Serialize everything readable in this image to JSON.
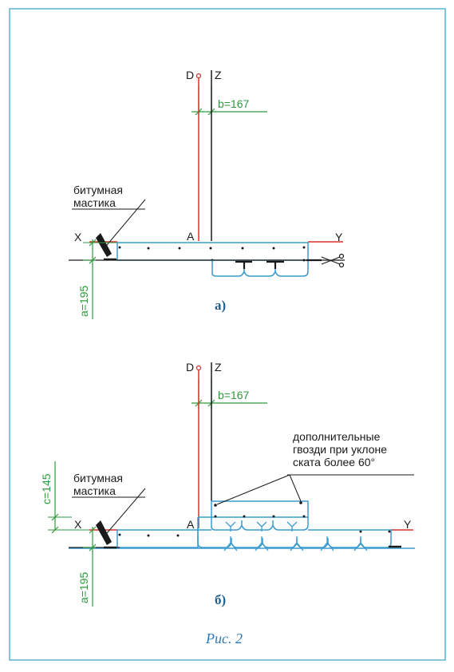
{
  "colors": {
    "frame": "#5ab3d6",
    "sheet": "#3a9bcf",
    "red": "#d9302b",
    "green": "#2e9a3c",
    "black": "#1a1a1a",
    "caption": "#2c78b8"
  },
  "diagram_a": {
    "label_d": "D",
    "label_z": "Z",
    "label_x": "X",
    "label_y": "Y",
    "label_a": "A",
    "dim_b": "b=167",
    "dim_a": "a=195",
    "mastic_line1": "битумная",
    "mastic_line2": "мастика",
    "sublabel": "а)",
    "scissors_icon": "scissors-icon"
  },
  "diagram_b": {
    "label_d": "D",
    "label_z": "Z",
    "label_x": "X",
    "label_y": "Y",
    "label_a": "A",
    "dim_b": "b=167",
    "dim_a": "a=195",
    "dim_c": "c=145",
    "mastic_line1": "битумная",
    "mastic_line2": "мастика",
    "nails_line1": "дополнительные",
    "nails_line2": "гвозди при уклоне",
    "nails_line3": "ската более 60°",
    "sublabel": "б)"
  },
  "caption": "Рис. 2"
}
